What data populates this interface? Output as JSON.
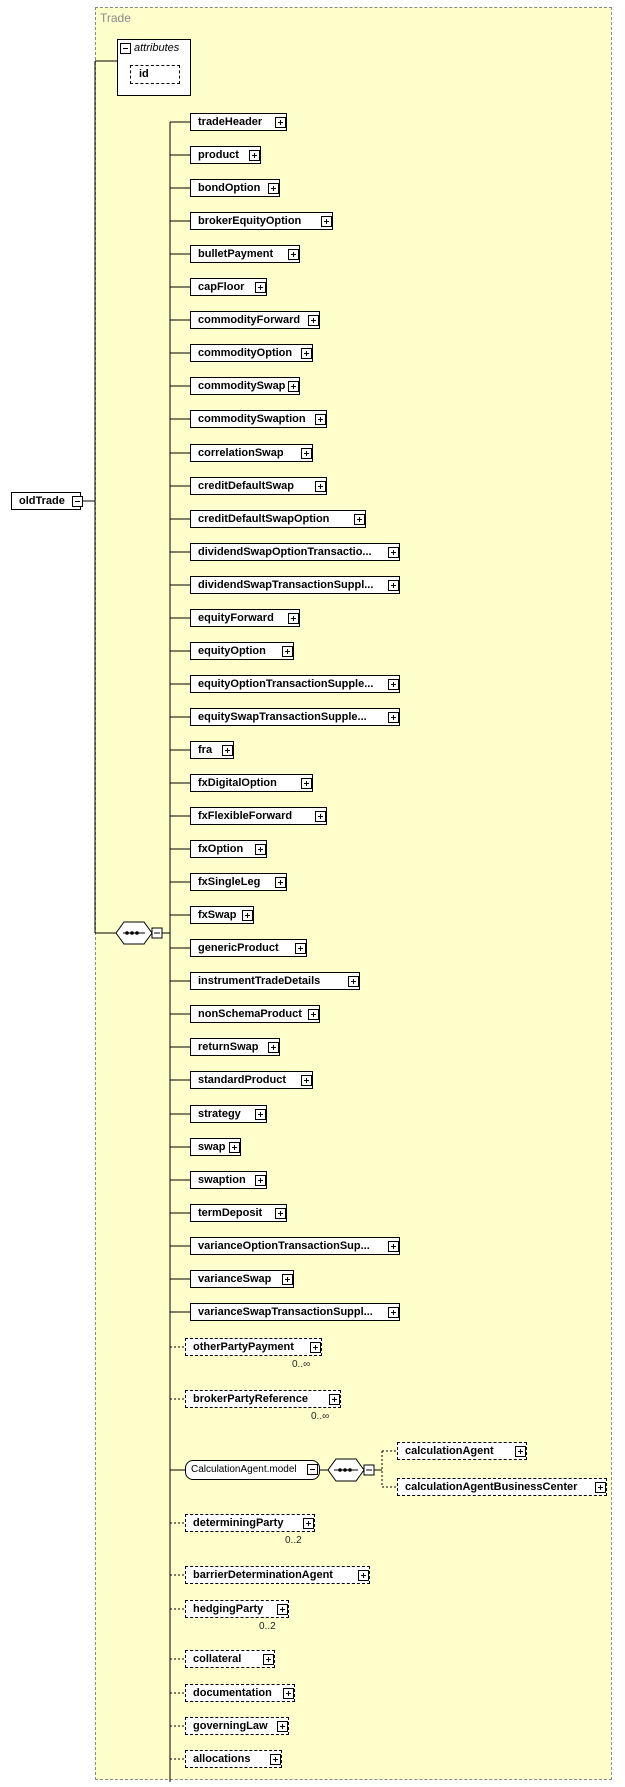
{
  "diagram": {
    "title": "Trade",
    "root": "oldTrade",
    "attributes": {
      "label": "attributes",
      "items": [
        "id"
      ]
    },
    "children": [
      {
        "label": "tradeHeader",
        "optional": false,
        "card": ""
      },
      {
        "label": "product",
        "optional": false,
        "card": "",
        "abstract": true
      },
      {
        "label": "bondOption",
        "optional": false,
        "card": ""
      },
      {
        "label": "brokerEquityOption",
        "optional": false,
        "card": ""
      },
      {
        "label": "bulletPayment",
        "optional": false,
        "card": ""
      },
      {
        "label": "capFloor",
        "optional": false,
        "card": ""
      },
      {
        "label": "commodityForward",
        "optional": false,
        "card": ""
      },
      {
        "label": "commodityOption",
        "optional": false,
        "card": ""
      },
      {
        "label": "commoditySwap",
        "optional": false,
        "card": ""
      },
      {
        "label": "commoditySwaption",
        "optional": false,
        "card": ""
      },
      {
        "label": "correlationSwap",
        "optional": false,
        "card": ""
      },
      {
        "label": "creditDefaultSwap",
        "optional": false,
        "card": ""
      },
      {
        "label": "creditDefaultSwapOption",
        "optional": false,
        "card": ""
      },
      {
        "label": "dividendSwapOptionTransactio...",
        "optional": false,
        "card": ""
      },
      {
        "label": "dividendSwapTransactionSuppl...",
        "optional": false,
        "card": ""
      },
      {
        "label": "equityForward",
        "optional": false,
        "card": ""
      },
      {
        "label": "equityOption",
        "optional": false,
        "card": ""
      },
      {
        "label": "equityOptionTransactionSupple...",
        "optional": false,
        "card": ""
      },
      {
        "label": "equitySwapTransactionSupple...",
        "optional": false,
        "card": ""
      },
      {
        "label": "fra",
        "optional": false,
        "card": ""
      },
      {
        "label": "fxDigitalOption",
        "optional": false,
        "card": ""
      },
      {
        "label": "fxFlexibleForward",
        "optional": false,
        "card": ""
      },
      {
        "label": "fxOption",
        "optional": false,
        "card": ""
      },
      {
        "label": "fxSingleLeg",
        "optional": false,
        "card": ""
      },
      {
        "label": "fxSwap",
        "optional": false,
        "card": ""
      },
      {
        "label": "genericProduct",
        "optional": false,
        "card": ""
      },
      {
        "label": "instrumentTradeDetails",
        "optional": false,
        "card": ""
      },
      {
        "label": "nonSchemaProduct",
        "optional": false,
        "card": ""
      },
      {
        "label": "returnSwap",
        "optional": false,
        "card": ""
      },
      {
        "label": "standardProduct",
        "optional": false,
        "card": ""
      },
      {
        "label": "strategy",
        "optional": false,
        "card": ""
      },
      {
        "label": "swap",
        "optional": false,
        "card": ""
      },
      {
        "label": "swaption",
        "optional": false,
        "card": ""
      },
      {
        "label": "termDeposit",
        "optional": false,
        "card": ""
      },
      {
        "label": "varianceOptionTransactionSup...",
        "optional": false,
        "card": ""
      },
      {
        "label": "varianceSwap",
        "optional": false,
        "card": ""
      },
      {
        "label": "varianceSwapTransactionSuppl...",
        "optional": false,
        "card": ""
      }
    ],
    "after": [
      {
        "label": "otherPartyPayment",
        "optional": true,
        "card": "0..∞"
      },
      {
        "label": "brokerPartyReference",
        "optional": true,
        "card": "0..∞"
      },
      {
        "label": "CalculationAgent.model",
        "group": true,
        "card": ""
      },
      {
        "label": "determiningParty",
        "optional": true,
        "card": "0..2"
      },
      {
        "label": "barrierDeterminationAgent",
        "optional": true,
        "card": ""
      },
      {
        "label": "hedgingParty",
        "optional": true,
        "card": "0..2"
      },
      {
        "label": "collateral",
        "optional": true,
        "card": ""
      },
      {
        "label": "documentation",
        "optional": true,
        "card": ""
      },
      {
        "label": "governingLaw",
        "optional": true,
        "card": ""
      },
      {
        "label": "allocations",
        "optional": true,
        "card": ""
      }
    ],
    "group_children": [
      {
        "label": "calculationAgent",
        "optional": true
      },
      {
        "label": "calculationAgentBusinessCenter",
        "optional": true
      }
    ]
  }
}
